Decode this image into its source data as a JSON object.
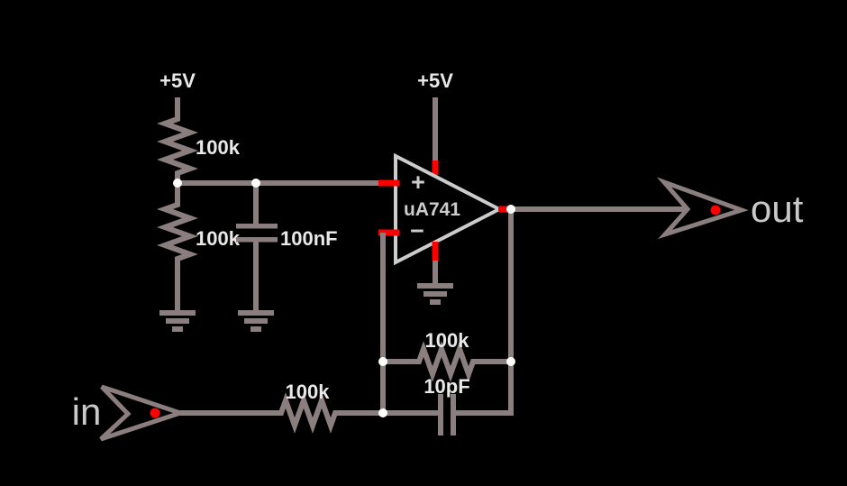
{
  "app": {
    "type": "circuit-simulator-canvas"
  },
  "colors": {
    "bg": "#000000",
    "wire": "#8b7e7e",
    "outline": "#cccccc",
    "label": "#e9e9e9",
    "port-label": "#c9c9c9",
    "active": "#ff0000",
    "junction": "#ffffff"
  },
  "circuit": {
    "power": {
      "left_supply": "+5V",
      "opamp_supply": "+5V"
    },
    "divider": {
      "top_resistor": "100k",
      "bottom_resistor": "100k",
      "filter_cap": "100nF"
    },
    "opamp": {
      "name": "uA741",
      "noninverting": "+",
      "inverting": "−"
    },
    "input": {
      "port": "in",
      "series_resistor": "100k"
    },
    "feedback": {
      "resistor": "100k",
      "cap": "10pF"
    },
    "output": {
      "port": "out"
    }
  }
}
